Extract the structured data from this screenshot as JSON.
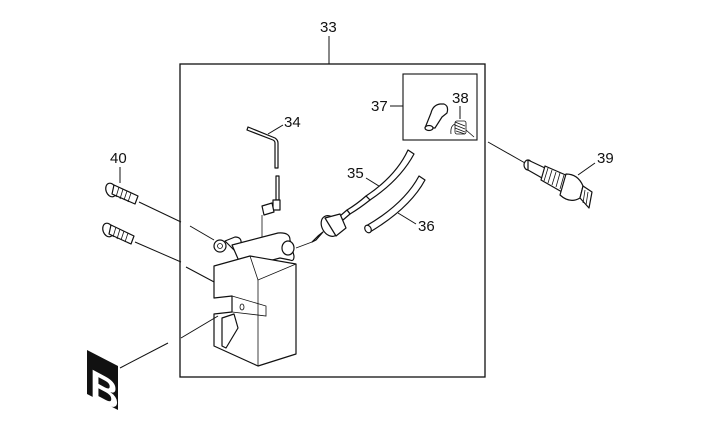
{
  "diagram": {
    "type": "exploded-parts-diagram",
    "assembly_callout": "33",
    "section_marker": "B",
    "parts": [
      {
        "id": "33",
        "description": "ignition coil assembly (boxed group)"
      },
      {
        "id": "34",
        "description": "wire / lead"
      },
      {
        "id": "35",
        "description": "high-tension cable"
      },
      {
        "id": "36",
        "description": "tube / sleeve"
      },
      {
        "id": "37",
        "description": "plug cap assembly (boxed sub-group)"
      },
      {
        "id": "38",
        "description": "spring"
      },
      {
        "id": "39",
        "description": "spark plug"
      },
      {
        "id": "40",
        "description": "screw"
      }
    ],
    "labels": {
      "l33": "33",
      "l34": "34",
      "l35": "35",
      "l36": "36",
      "l37": "37",
      "l38": "38",
      "l39": "39",
      "l40": "40",
      "marker": "B"
    }
  }
}
